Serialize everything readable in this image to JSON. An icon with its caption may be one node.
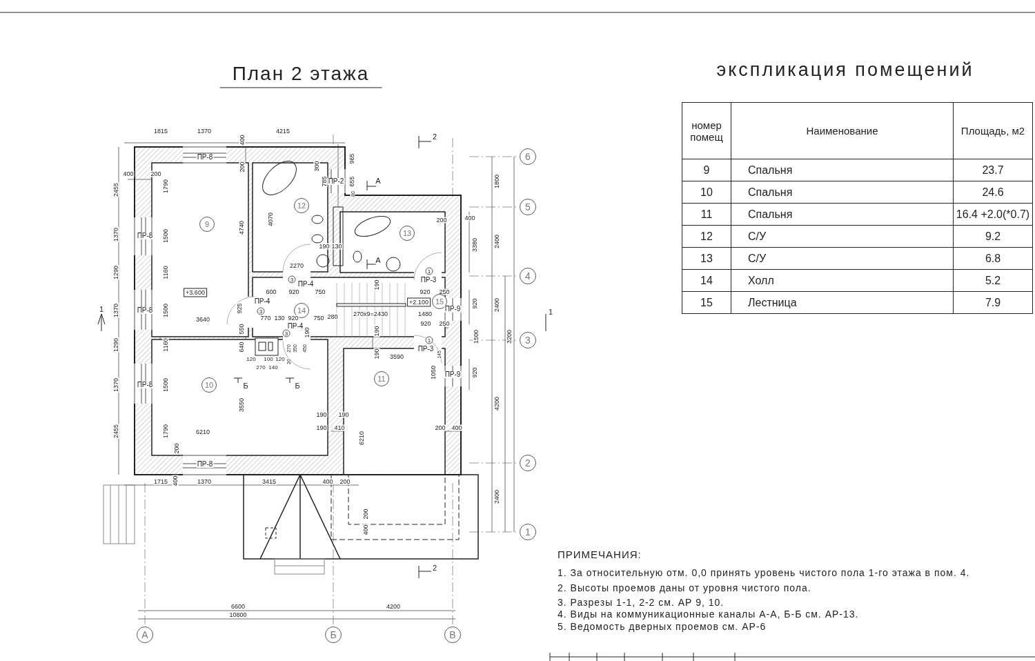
{
  "diagram": {
    "title": "План 2 этажа",
    "labels": [
      "экспликация помещений",
      "номер помещ",
      "Наименование",
      "Площадь, м2",
      "9",
      "Спальня",
      "23.7",
      "10",
      "Спальня",
      "24.6",
      "11",
      "Спальня",
      "16.4 +2.0(*0.7)",
      "12",
      "С/У",
      "9.2",
      "13",
      "С/У",
      "6.8",
      "14",
      "Холл",
      "5.2",
      "15",
      "Лестница",
      "7.9",
      "1815",
      "1370",
      "4215",
      "ПР-8",
      "400",
      "200",
      "965",
      "300",
      "785",
      "ПР-2",
      "655",
      "80",
      "2",
      "6",
      "400",
      "200",
      "2455",
      "1790",
      "1800",
      "12",
      "5",
      "9",
      "4740",
      "4070",
      "А",
      "200",
      "400",
      "13",
      "1370",
      "ПР-8",
      "1500",
      "3380",
      "2400",
      "190",
      "130",
      "А",
      "2270",
      "1290",
      "1160",
      "4",
      "1",
      "3",
      "ПР-4",
      "+3.600",
      "600",
      "920",
      "750",
      "190",
      "ПР-3",
      "920",
      "250",
      "ПР-4",
      "3",
      "925",
      "14",
      "+2.100",
      "15",
      "ПР-9",
      "920",
      "2400",
      "1370",
      "ПР-8",
      "1500",
      "280",
      "270x9=2430",
      "1480",
      "1",
      "1",
      "3640",
      "770",
      "130",
      "920",
      "750",
      "ПР-4",
      "3",
      "920",
      "250",
      "550",
      "190",
      "190",
      "1",
      "ПР-3",
      "3",
      "1290",
      "1160",
      "640",
      "270",
      "350",
      "450",
      "1500",
      "3200",
      "190",
      "145",
      "120",
      "100",
      "120",
      "20",
      "3590",
      "270",
      "140",
      "1050",
      "ПР-9",
      "920",
      "Б",
      "Б",
      "11",
      "10",
      "1370",
      "ПР-8",
      "1500",
      "3550",
      "4200",
      "190",
      "190",
      "190",
      "410",
      "200",
      "400",
      "6210",
      "6210",
      "2455",
      "1790",
      "200",
      "ПР-8",
      "2",
      "400",
      "1715",
      "1370",
      "3415",
      "400",
      "200",
      "2400",
      "400",
      "200",
      "1",
      "2",
      "6600",
      "4200",
      "10800",
      "А",
      "Б",
      "В",
      "ПРИМЕЧАНИЯ:",
      "1. За относительную отм. 0,0 принять уровень чистого пола 1-го этажа в пом. 4.",
      "2. Высоты проемов даны от уровня чистого пола.",
      "3. Разрезы 1-1, 2-2 см. АР 9, 10.",
      "4. Виды на коммуникационные каналы А-А, Б-Б см. АР-13.",
      "5. Ведомость дверных проемов см. АР-6"
    ]
  }
}
